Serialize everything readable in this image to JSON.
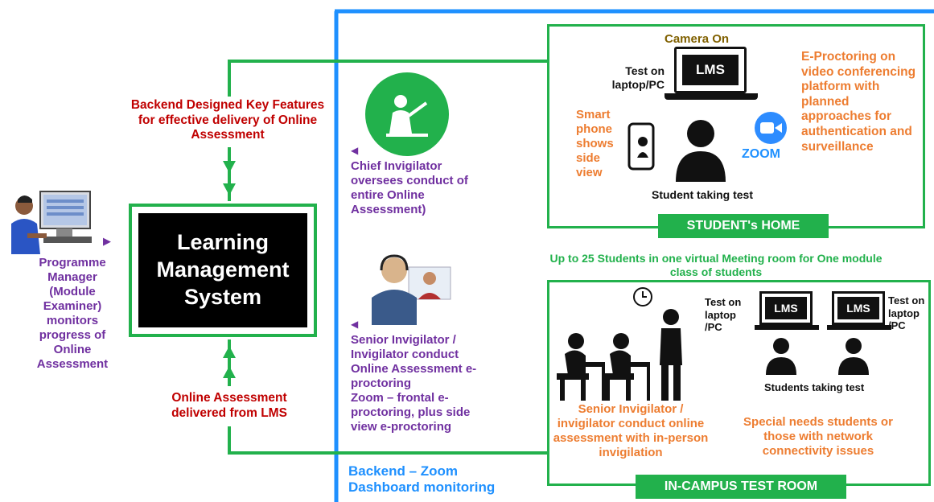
{
  "lms": {
    "title": "Learning\nManagement\nSystem"
  },
  "left_top_caption": "Backend Designed Key Features for effective delivery of Online Assessment",
  "left_bottom_caption": "Online Assessment delivered from LMS",
  "programme_manager": "Programme Manager (Module Examiner) monitors progress of Online Assessment",
  "chief_invigilator": "Chief Invigilator oversees conduct of entire Online Assessment)",
  "senior_invigilator": "Senior Invigilator / Invigilator conduct Online Assessment e-proctoring\nZoom – frontal e-proctoring, plus side view e-proctoring",
  "backend_zoom": "Backend – Zoom Dashboard monitoring",
  "home": {
    "tag": "STUDENT's HOME",
    "camera_on": "Camera On",
    "test_on_laptop": "Test on laptop/PC",
    "laptop_screen": "LMS",
    "smartphone": "Smart phone shows side view",
    "student_taking_test": "Student taking test",
    "zoom_label": "ZOOM",
    "eproctoring": "E-Proctoring on video conferencing platform with planned approaches for authentication and surveillance"
  },
  "room_note": "Up to 25 Students in one virtual Meeting room for One module class of students",
  "campus": {
    "tag": "IN-CAMPUS TEST ROOM",
    "test_on_left": "Test on laptop /PC",
    "test_on_right": "Test on laptop /PC",
    "laptop1_screen": "LMS",
    "laptop2_screen": "LMS",
    "students_taking_test": "Students taking test",
    "senior_invigilator": "Senior Invigilator / invigilator conduct online assessment with in-person invigilation",
    "special_needs": "Special needs students or those with network connectivity issues"
  },
  "colors": {
    "green": "#22b14c",
    "blue": "#1e90ff",
    "red": "#c00000",
    "purple": "#7030a0",
    "orange": "#ed7d31"
  }
}
